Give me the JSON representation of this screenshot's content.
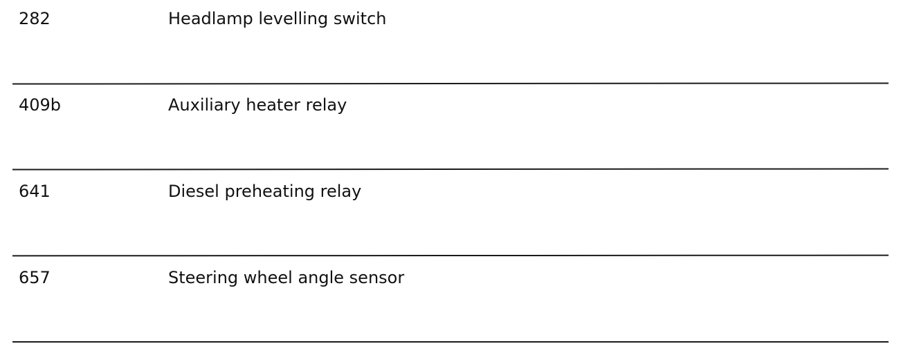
{
  "rows": [
    {
      "code": "282",
      "description": "Headlamp levelling switch"
    },
    {
      "code": "409b",
      "description": "Auxiliary heater relay"
    },
    {
      "code": "641",
      "description": "Diesel preheating relay"
    },
    {
      "code": "657",
      "description": "Steering wheel angle sensor"
    }
  ]
}
